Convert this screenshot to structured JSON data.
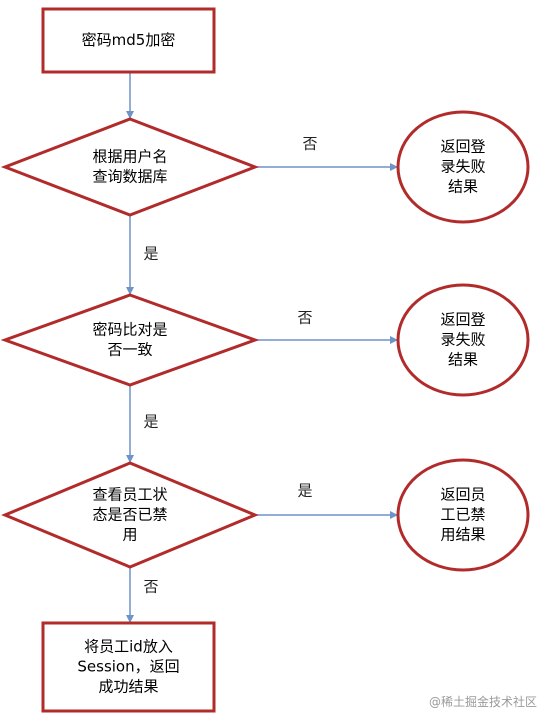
{
  "colors": {
    "node_border": "#b22b2b",
    "arrow": "#6e93c8",
    "background": "#ffffff"
  },
  "nodes": {
    "encrypt": {
      "shape": "rectangle",
      "lines": [
        "密码md5加密"
      ]
    },
    "query_db": {
      "shape": "diamond",
      "lines": [
        "根据用户名",
        "查询数据库"
      ]
    },
    "fail_1": {
      "shape": "ellipse",
      "lines": [
        "返回登",
        "录失败",
        "结果"
      ]
    },
    "compare_pwd": {
      "shape": "diamond",
      "lines": [
        "密码比对是",
        "否一致"
      ]
    },
    "fail_2": {
      "shape": "ellipse",
      "lines": [
        "返回登",
        "录失败",
        "结果"
      ]
    },
    "check_status": {
      "shape": "diamond",
      "lines": [
        "查看员工状",
        "态是否已禁",
        "用"
      ]
    },
    "disabled_result": {
      "shape": "ellipse",
      "lines": [
        "返回员",
        "工已禁",
        "用结果"
      ]
    },
    "success": {
      "shape": "rectangle",
      "lines": [
        "将员工id放入",
        "Session，返回",
        "成功结果"
      ]
    }
  },
  "edges": [
    {
      "from": "encrypt",
      "to": "query_db",
      "label": ""
    },
    {
      "from": "query_db",
      "to": "fail_1",
      "label": "否"
    },
    {
      "from": "query_db",
      "to": "compare_pwd",
      "label": "是"
    },
    {
      "from": "compare_pwd",
      "to": "fail_2",
      "label": "否"
    },
    {
      "from": "compare_pwd",
      "to": "check_status",
      "label": "是"
    },
    {
      "from": "check_status",
      "to": "disabled_result",
      "label": "是"
    },
    {
      "from": "check_status",
      "to": "success",
      "label": "否"
    }
  ],
  "watermark": "@稀土掘金技术社区"
}
